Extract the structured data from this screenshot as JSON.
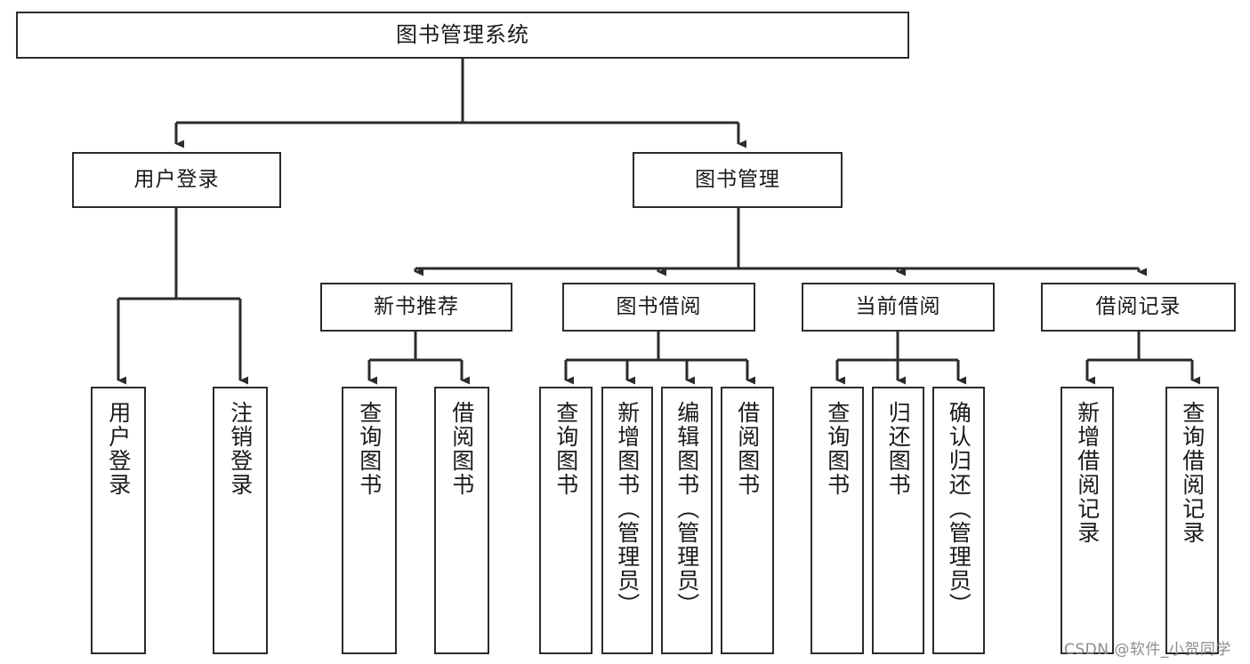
{
  "diagram": {
    "title": "图书管理系统",
    "type": "tree",
    "orientation": "top-down",
    "colors": {
      "box_border": "#2b2b2b",
      "box_fill": "#ffffff",
      "edge": "#2b2b2b",
      "text": "#1a1a1a",
      "watermark": "#8d8d8d",
      "background": "#ffffff"
    },
    "root": {
      "label": "图书管理系统"
    },
    "level2": [
      {
        "id": "user-login",
        "label": "用户登录"
      },
      {
        "id": "book-manage",
        "label": "图书管理"
      }
    ],
    "level3": [
      {
        "id": "new-book-rec",
        "label": "新书推荐"
      },
      {
        "id": "book-borrow",
        "label": "图书借阅"
      },
      {
        "id": "current-borrow",
        "label": "当前借阅"
      },
      {
        "id": "borrow-record",
        "label": "借阅记录"
      }
    ],
    "leaves": {
      "user-login": [
        {
          "id": "leaf-user-login",
          "label": "用户登录"
        },
        {
          "id": "leaf-user-logout",
          "label": "注销登录"
        }
      ],
      "new-book-rec": [
        {
          "id": "leaf-query-book-1",
          "label": "查询图书"
        },
        {
          "id": "leaf-borrow-book-1",
          "label": "借阅图书"
        }
      ],
      "book-borrow": [
        {
          "id": "leaf-query-book-2",
          "label": "查询图书"
        },
        {
          "id": "leaf-add-book",
          "label": "新增图书（管理员）"
        },
        {
          "id": "leaf-edit-book",
          "label": "编辑图书（管理员）"
        },
        {
          "id": "leaf-borrow-book-2",
          "label": "借阅图书"
        }
      ],
      "current-borrow": [
        {
          "id": "leaf-query-book-3",
          "label": "查询图书"
        },
        {
          "id": "leaf-return-book",
          "label": "归还图书"
        },
        {
          "id": "leaf-confirm-return",
          "label": "确认归还（管理员）"
        }
      ],
      "borrow-record": [
        {
          "id": "leaf-add-record",
          "label": "新增借阅记录"
        },
        {
          "id": "leaf-query-record",
          "label": "查询借阅记录"
        }
      ]
    }
  },
  "watermark": {
    "text": "CSDN @软件_小贺同学"
  }
}
